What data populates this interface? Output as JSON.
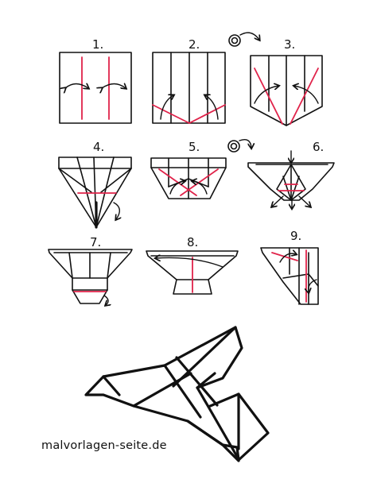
{
  "steps": [
    {
      "label": "1."
    },
    {
      "label": "2."
    },
    {
      "label": "3."
    },
    {
      "label": "4."
    },
    {
      "label": "5."
    },
    {
      "label": "6."
    },
    {
      "label": "7."
    },
    {
      "label": "8."
    },
    {
      "label": "9."
    }
  ],
  "footer": {
    "site": "malvorlagen-seite.de"
  },
  "colors": {
    "ink": "#111111",
    "fold_line": "#e0234a",
    "background": "#ffffff"
  },
  "icons": [
    "flip-over-icon",
    "fold-arrow-icon",
    "push-arrow-icon"
  ]
}
